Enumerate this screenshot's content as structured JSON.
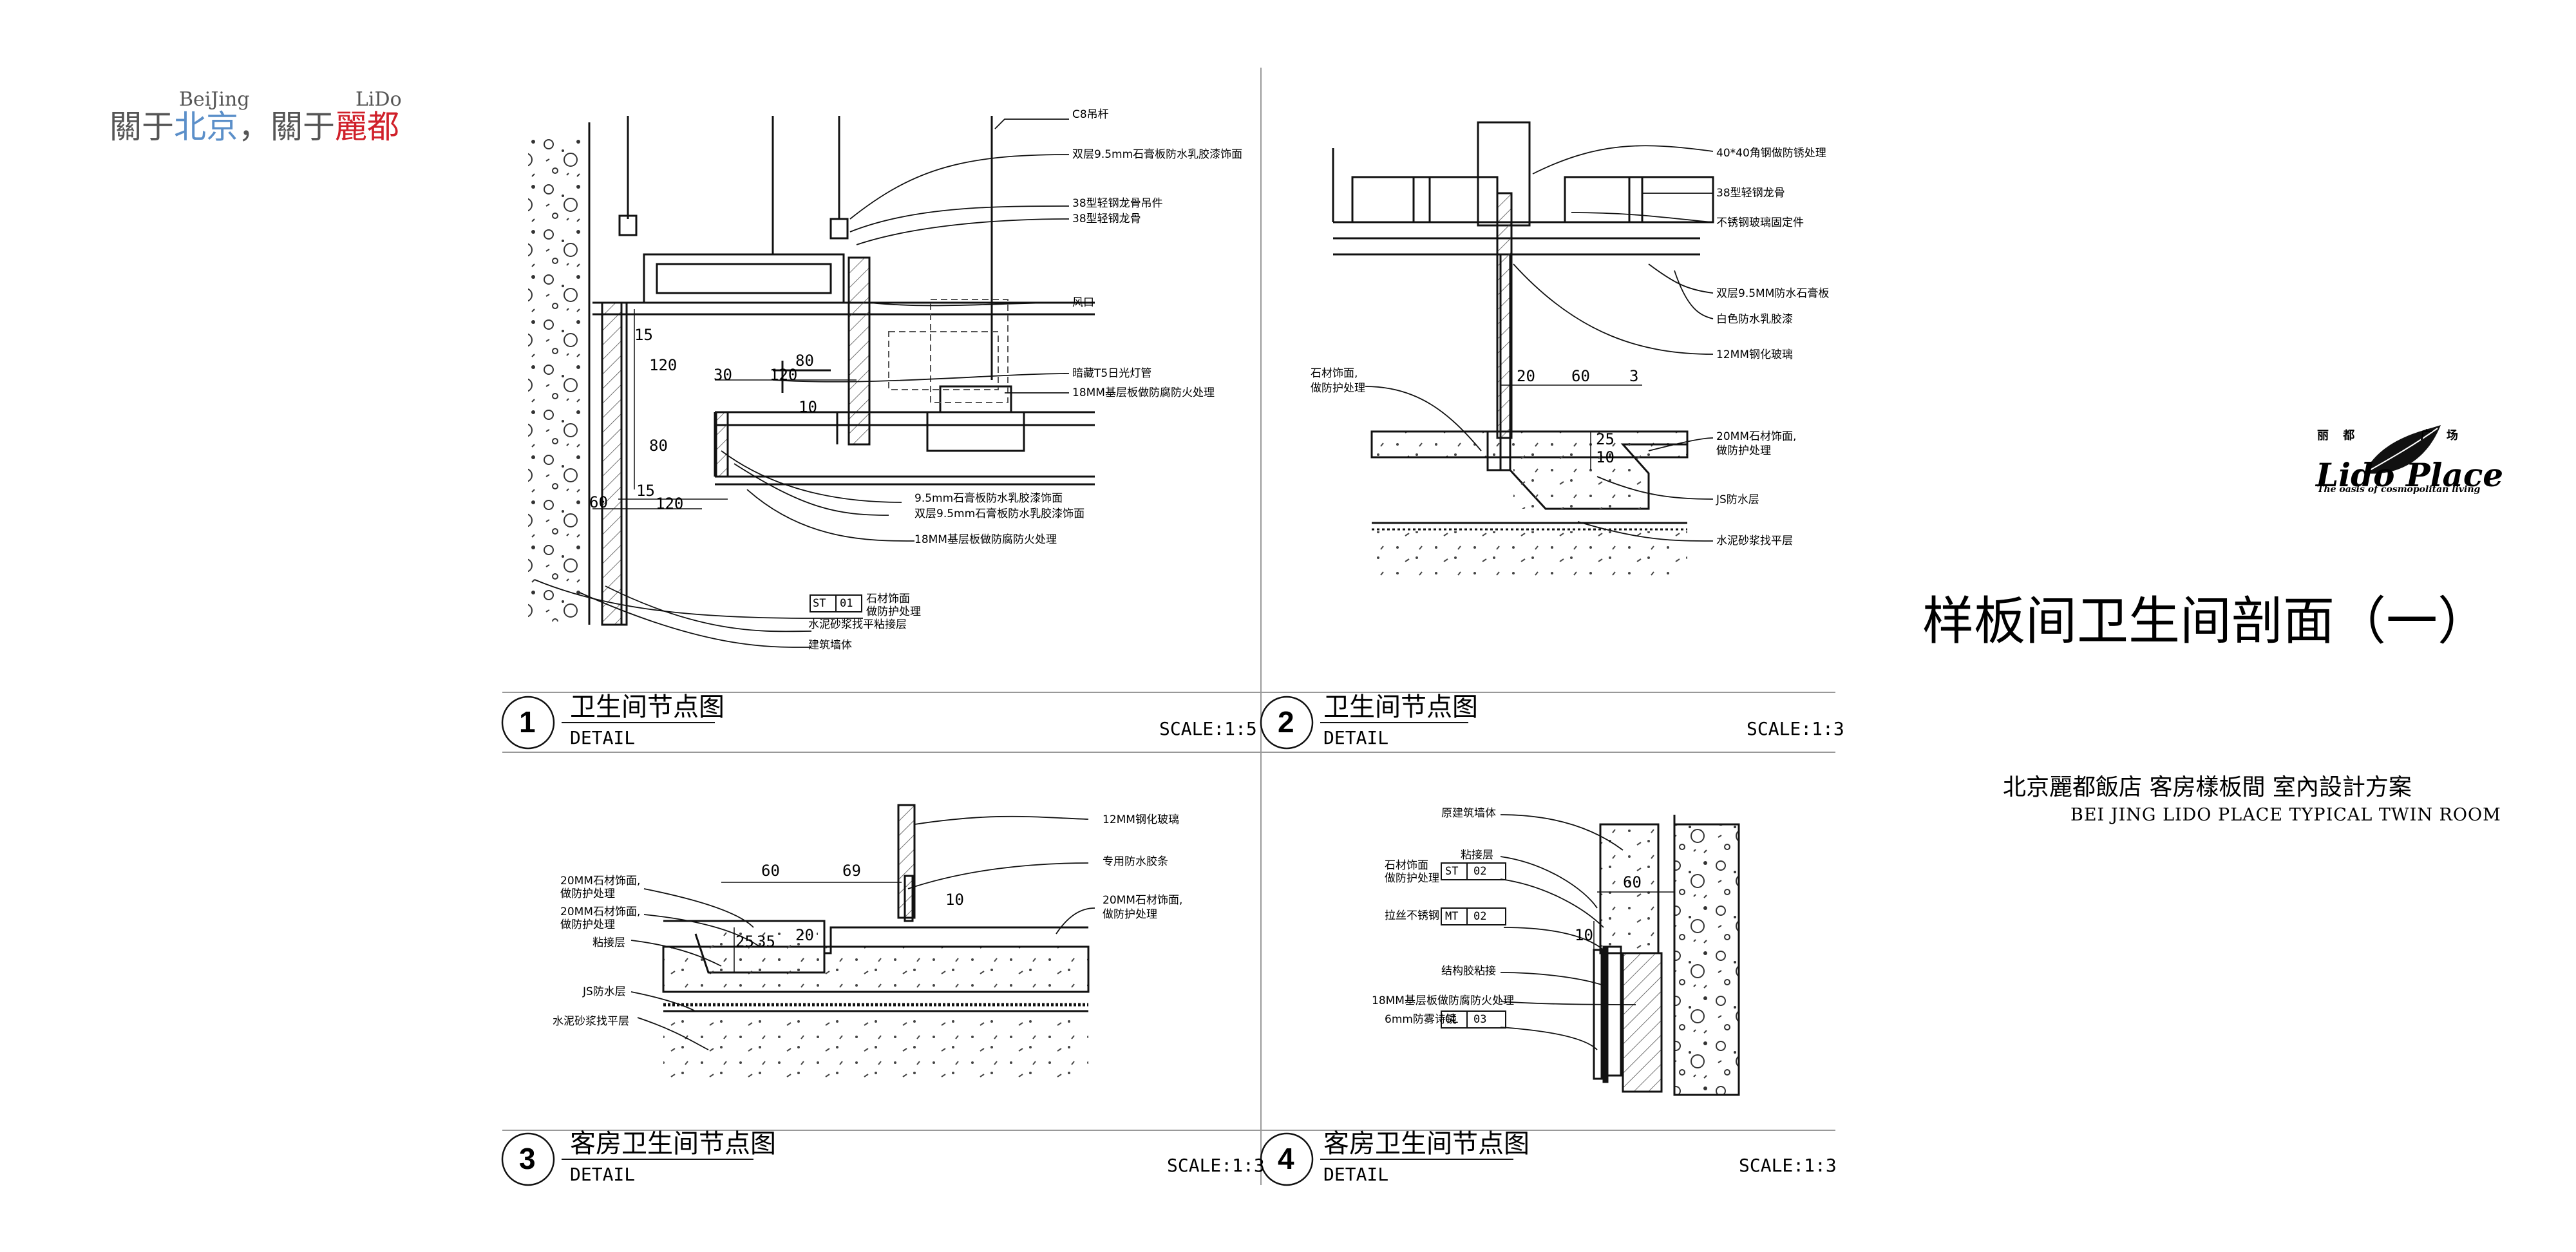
{
  "header": {
    "beijing_small": "BeiJing",
    "lido_small": "LiDo",
    "about_1": "關于",
    "beijing": "北京",
    "comma": "，",
    "about_2": "關于",
    "lido": "麗都",
    "colors": {
      "beijing": "#5b8fc9",
      "lido": "#d0202a",
      "text": "#555555"
    }
  },
  "logo": {
    "cn_chars": [
      "丽",
      "都",
      "广",
      "场"
    ],
    "name": "Lido Place",
    "tagline": "The oasis of cosmopolitan living"
  },
  "sheet": {
    "title": "样板间卫生间剖面（一）",
    "subtitle_cn": "北京麗都飯店 客房樣板間 室內設計方案",
    "subtitle_en": "BEI JING LIDO PLACE TYPICAL TWIN ROOM"
  },
  "panels": [
    {
      "number": "1",
      "title": "卫生间节点图",
      "sub": "DETAIL",
      "scale": "SCALE:1:5",
      "annotations": [
        "C8吊杆",
        "双层9.5mm石膏板防水乳胶漆饰面",
        "38型轻钢龙骨吊件",
        "38型轻钢龙骨",
        "风口",
        "暗藏T5日光灯管",
        "18MM基层板做防腐防火处理",
        "9.5mm石膏板防水乳胶漆饰面",
        "双层9.5mm石膏板防水乳胶漆饰面",
        "18MM基层板做防腐防火处理",
        "石材饰面",
        "做防护处理",
        "水泥砂浆找平粘接层",
        "建筑墙体"
      ],
      "tag_code": "ST",
      "tag_num": "01",
      "dims": [
        "15",
        "120",
        "30",
        "120",
        "80",
        "10",
        "80",
        "15",
        "60",
        "120"
      ]
    },
    {
      "number": "2",
      "title": "卫生间节点图",
      "sub": "DETAIL",
      "scale": "SCALE:1:3",
      "annotations": [
        "40*40角钢做防锈处理",
        "38型轻钢龙骨",
        "不锈钢玻璃固定件",
        "双层9.5MM防水石膏板",
        "白色防水乳胶漆",
        "12MM钢化玻璃",
        "石材饰面,",
        "做防护处理",
        "20MM石材饰面,",
        "做防护处理",
        "JS防水层",
        "水泥砂浆找平层"
      ],
      "dims": [
        "20",
        "60",
        "3",
        "25",
        "10"
      ]
    },
    {
      "number": "3",
      "title": "客房卫生间节点图",
      "sub": "DETAIL",
      "scale": "SCALE:1:3",
      "annotations": [
        "12MM钢化玻璃",
        "专用防水胶条",
        "20MM石材饰面,",
        "做防护处理",
        "20MM石材饰面,",
        "做防护处理",
        "20MM石材饰面,",
        "做防护处理",
        "粘接层",
        "JS防水层",
        "水泥砂浆找平层"
      ],
      "dims": [
        "60",
        "69",
        "10",
        "25",
        "35",
        "20"
      ]
    },
    {
      "number": "4",
      "title": "客房卫生间节点图",
      "sub": "DETAIL",
      "scale": "SCALE:1:3",
      "annotations": [
        "原建筑墙体",
        "粘接层",
        "石材饰面",
        "做防护处理",
        "拉丝不锈钢",
        "结构胶粘接",
        "18MM基层板做防腐防火处理",
        "6mm防雾诗镜"
      ],
      "tags": [
        {
          "code": "ST",
          "num": "02"
        },
        {
          "code": "MT",
          "num": "02"
        },
        {
          "code": "GL",
          "num": "03"
        }
      ],
      "dims": [
        "60",
        "10"
      ]
    }
  ]
}
